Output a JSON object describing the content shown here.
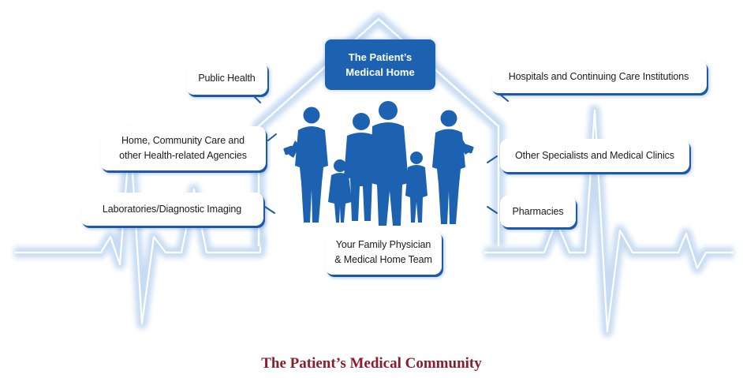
{
  "title_box": {
    "line1": "The Patient’s",
    "line2": "Medical Home"
  },
  "left_labels": {
    "public_health": "Public Health",
    "home_community_line1": "Home, Community Care and",
    "home_community_line2": "other Health-related Agencies",
    "laboratories": "Laboratories/Diagnostic Imaging"
  },
  "right_labels": {
    "hospitals": "Hospitals and Continuing Care Institutions",
    "specialists": "Other Specialists and Medical Clinics",
    "pharmacies": "Pharmacies"
  },
  "center_label": {
    "line1": "Your Family Physician",
    "line2": "& Medical Home Team"
  },
  "caption": "The Patient’s Medical Community",
  "icons": [
    "house-outline-icon",
    "heartbeat-line-icon",
    "physician-silhouette-icon",
    "family-silhouette-icon"
  ],
  "colors": {
    "primary_blue": "#1c62b0",
    "glow_blue": "#dbe9f8",
    "caption_red": "#8c1c2c",
    "text": "#1b1b1b"
  }
}
